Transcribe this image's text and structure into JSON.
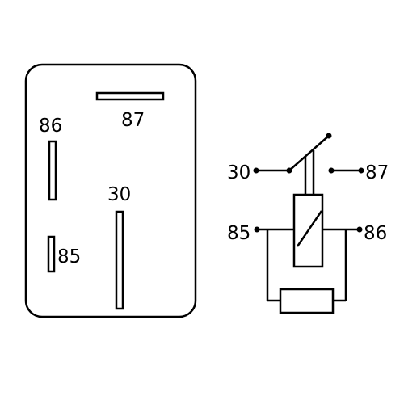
{
  "relay_footprint": {
    "pins": [
      {
        "id": "86",
        "label": "86",
        "orientation": "vertical"
      },
      {
        "id": "87",
        "label": "87",
        "orientation": "horizontal"
      },
      {
        "id": "30",
        "label": "30",
        "orientation": "vertical"
      },
      {
        "id": "85",
        "label": "85",
        "orientation": "vertical"
      }
    ]
  },
  "schematic": {
    "terminals": {
      "t30": "30",
      "t87": "87",
      "t85": "85",
      "t86": "86"
    }
  },
  "colors": {
    "line": "#000000",
    "background": "#ffffff"
  }
}
